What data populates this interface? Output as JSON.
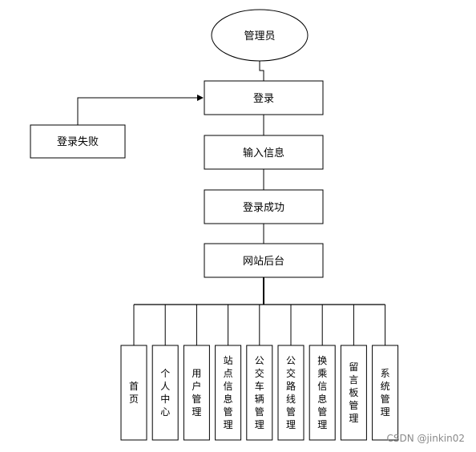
{
  "root": {
    "label": "管理员"
  },
  "steps": [
    {
      "label": "登录"
    },
    {
      "label": "输入信息"
    },
    {
      "label": "登录成功"
    },
    {
      "label": "网站后台"
    }
  ],
  "failure": {
    "label": "登录失败"
  },
  "modules": [
    {
      "label": "首页"
    },
    {
      "label": "个人中心"
    },
    {
      "label": "用户管理"
    },
    {
      "label": "站点信息管理"
    },
    {
      "label": "公交车辆管理"
    },
    {
      "label": "公交路线管理"
    },
    {
      "label": "换乘信息管理"
    },
    {
      "label": "留言板管理"
    },
    {
      "label": "系统管理"
    }
  ],
  "watermark": "CSDN @jinkin02"
}
